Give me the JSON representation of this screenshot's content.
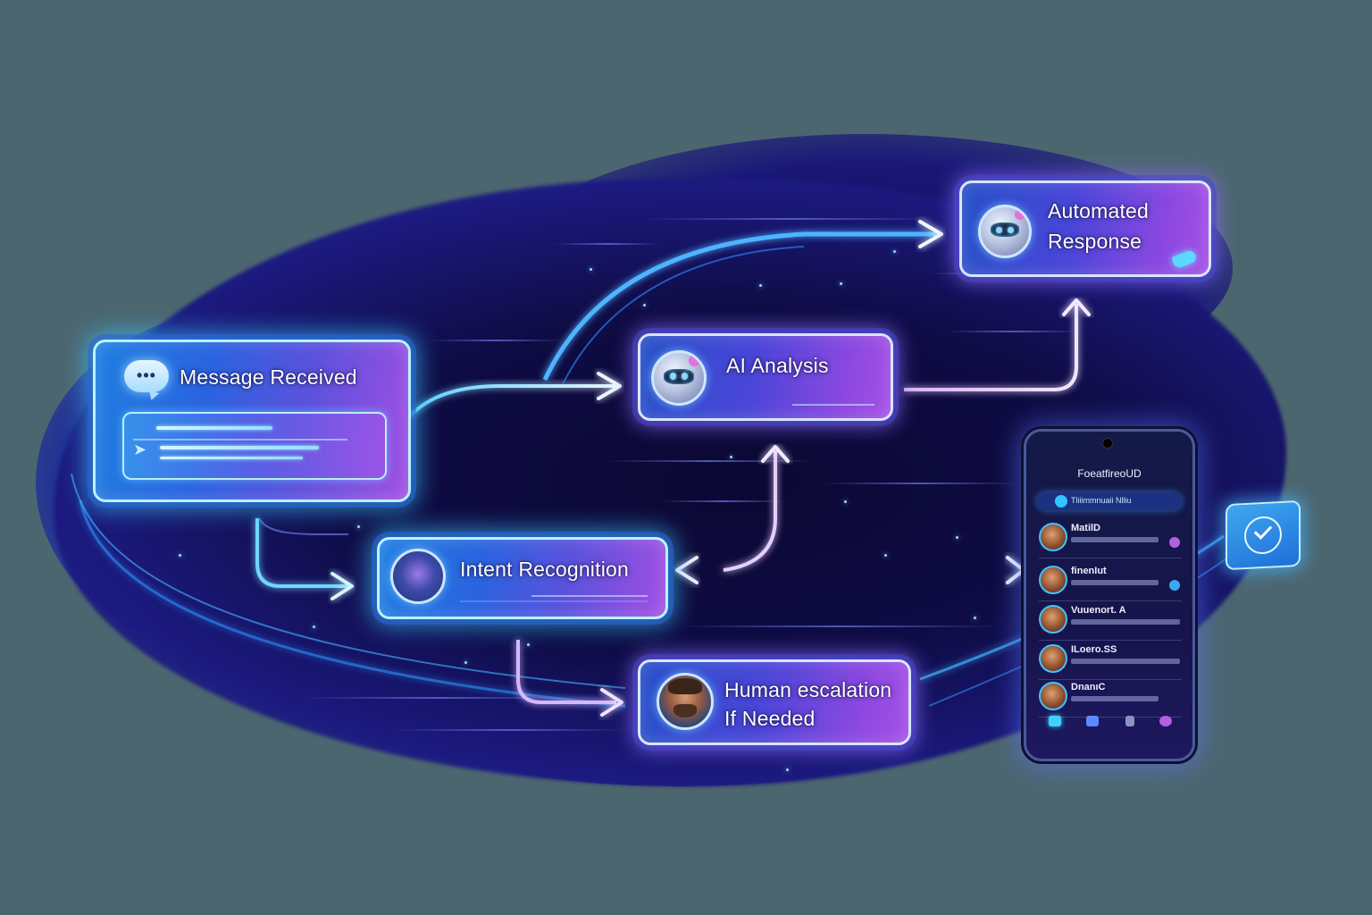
{
  "diagram": {
    "type": "flowchart",
    "theme": {
      "background": "#4c6670",
      "cloud_dark": "#0d0a3c",
      "accent_cyan": "#3fc4ff",
      "accent_purple": "#a650e6",
      "card_border": "#d8e6ff"
    },
    "nodes": [
      {
        "id": "message_received",
        "label": "Message Received",
        "icon": "chat-bubble-icon"
      },
      {
        "id": "ai_analysis",
        "label": "AI Analysis",
        "icon": "robot-icon"
      },
      {
        "id": "automated_response",
        "label_line1": "Automated",
        "label_line2": "Response",
        "icon": "robot-icon"
      },
      {
        "id": "intent_recognition",
        "label": "Intent Recognition",
        "icon": "globe-icon"
      },
      {
        "id": "human_escalation",
        "label_line1": "Human escalation",
        "label_line2": "If Needed",
        "icon": "person-avatar-icon"
      }
    ],
    "edges": [
      {
        "from": "message_received",
        "to": "ai_analysis"
      },
      {
        "from": "message_received",
        "to": "intent_recognition"
      },
      {
        "from": "message_received",
        "to": "automated_response"
      },
      {
        "from": "intent_recognition",
        "to": "ai_analysis"
      },
      {
        "from": "intent_recognition",
        "to": "phone_inbox"
      },
      {
        "from": "intent_recognition",
        "to": "human_escalation"
      },
      {
        "from": "ai_analysis",
        "to": "automated_response"
      }
    ],
    "chat_bubble_dots": "•••",
    "phone": {
      "title": "FoeatfireoUD",
      "search_text": "Tliiimmnuaii Nlliu",
      "contacts": [
        {
          "name": "MatilD",
          "badge_color": "#b060e0"
        },
        {
          "name": "finenIut",
          "badge_color": "#3aa8f0"
        },
        {
          "name": "Vuuenort. A",
          "badge_color": ""
        },
        {
          "name": "ILoero.SS",
          "badge_color": ""
        },
        {
          "name": "DnanıC",
          "badge_color": ""
        }
      ],
      "tabs": [
        {
          "color": "#3fd0ff"
        },
        {
          "color": "#5a8cff"
        },
        {
          "color": "#8a94c0"
        },
        {
          "color": "#b060e0"
        }
      ]
    },
    "check_badge": "checkmark-icon"
  }
}
